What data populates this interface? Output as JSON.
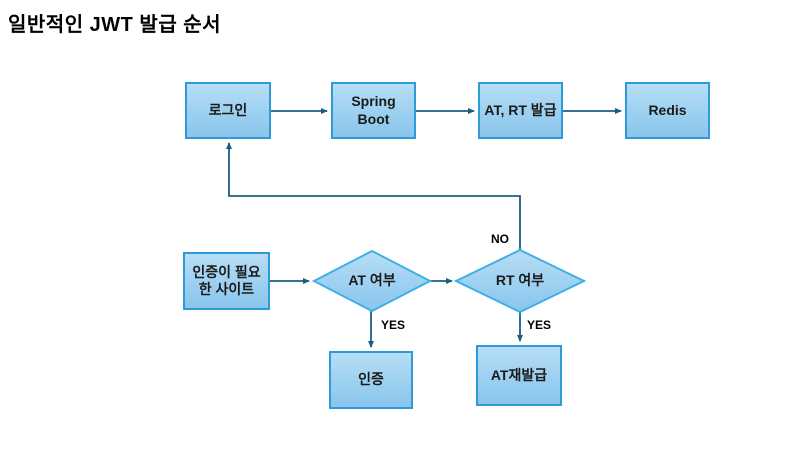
{
  "title": "일반적인 JWT 발급 순서",
  "colors": {
    "shape_fill_top": "#b7def6",
    "shape_fill_bottom": "#8ac5ec",
    "shape_border": "#2e9bd6",
    "diamond_border": "#3fb0e6",
    "connector": "#1b5e82",
    "text": "#1a1a1a",
    "background": "#ffffff"
  },
  "nodes": {
    "login": {
      "label": "로그인"
    },
    "spring_boot": {
      "label": "Spring\nBoot"
    },
    "at_rt_issue": {
      "label": "AT, RT 발급"
    },
    "redis": {
      "label": "Redis"
    },
    "auth_site": {
      "label": "인증이 필요\n한 사이트"
    },
    "at_check": {
      "label": "AT 여부"
    },
    "rt_check": {
      "label": "RT 여부"
    },
    "auth": {
      "label": "인증"
    },
    "at_reissue": {
      "label": "AT재발급"
    }
  },
  "edge_labels": {
    "no": "NO",
    "yes_auth": "YES",
    "yes_reissue": "YES"
  }
}
